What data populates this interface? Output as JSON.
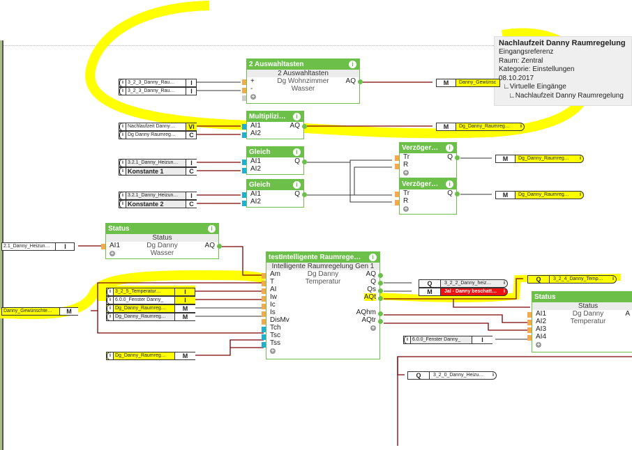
{
  "tooltip": {
    "title": "Nachlaufzeit Danny Raumregelung",
    "type": "Eingangsreferenz",
    "room": "Raum: Zentral",
    "category": "Kategorie: Einstellungen",
    "date": "08.10.2017",
    "path1": "∟Virtuelle Eingänge",
    "path2": "∟Nachlaufzeit Danny Raumregelung"
  },
  "blocks": {
    "auswahl": {
      "title": "2 Auswahltasten",
      "subtitle": "2 Auswahltasten",
      "inputs": [
        "+",
        "-"
      ],
      "desc1": "Dg Wohnzimmer",
      "desc2": "Wasser",
      "output": "AQ"
    },
    "multipl": {
      "title": "Multiplizi…",
      "inputs": [
        "AI1",
        "AI2"
      ],
      "output": "AQ"
    },
    "gleich1": {
      "title": "Gleich",
      "inputs": [
        "AI1",
        "AI2"
      ],
      "output": "Q"
    },
    "gleich2": {
      "title": "Gleich",
      "inputs": [
        "AI1",
        "AI2"
      ],
      "output": "Q"
    },
    "verz1": {
      "title": "Verzöger…",
      "inputs": [
        "Tr",
        "R"
      ],
      "output": "Q"
    },
    "verz2": {
      "title": "Verzöger…",
      "inputs": [
        "Tr",
        "R"
      ],
      "output": "Q"
    },
    "status1": {
      "title": "Status",
      "subtitle": "Status",
      "inputs": [
        "AI1"
      ],
      "desc1": "Dg Danny",
      "desc2": "Wasser",
      "output": "AQ"
    },
    "raum": {
      "title": "testIntelligente Raumrege…",
      "subtitle": "Intelligente Raumregelung Gen 1",
      "inputs": [
        "Am",
        "T",
        "AI",
        "Iw",
        "Ic",
        "Is",
        "DisMv",
        "Tch",
        "Tsc",
        "Tss"
      ],
      "desc1": "Dg Danny",
      "desc2": "Temperatur",
      "outputs": [
        "AQ",
        "Q",
        "Qs",
        "AQt",
        "",
        "AQhm",
        "AQtr"
      ]
    },
    "status2": {
      "title": "Status",
      "subtitle": "Status",
      "inputs": [
        "AI1",
        "AI2",
        "AI3",
        "AI4"
      ],
      "desc1": "Dg Danny",
      "desc2": "Temperatur",
      "output": "A"
    }
  },
  "inrefs": [
    {
      "id": "r1",
      "text": "3_2_3_Danny_Rau…",
      "type": "I"
    },
    {
      "id": "r2",
      "text": "3_2_3_Danny_Rau…",
      "type": "I"
    },
    {
      "id": "r3",
      "text": "Nachlaufzeit Danny…",
      "type": "VI"
    },
    {
      "id": "r4",
      "text": "Dg Danny Raumreg…",
      "type": "C"
    },
    {
      "id": "r5",
      "text": "3.2.1_Danny_Heizun…",
      "type": "I"
    },
    {
      "id": "r6",
      "text": "Konstante 1",
      "type": "C"
    },
    {
      "id": "r7",
      "text": "3.2.1_Danny_Heizun…",
      "type": "I"
    },
    {
      "id": "r8",
      "text": "Konstante 2",
      "type": "C"
    },
    {
      "id": "r9",
      "text": "2.1_Danny_Heizun…",
      "type": "I"
    },
    {
      "id": "r10",
      "text": "Danny_Gewünschte…",
      "type": "M"
    },
    {
      "id": "r11",
      "text": "3_2_5_Temperatur…",
      "type": "I"
    },
    {
      "id": "r12",
      "text": "6.0.0_Fenster Danny_",
      "type": "I"
    },
    {
      "id": "r13",
      "text": "Dg_Danny_Raumreg…",
      "type": "M"
    },
    {
      "id": "r14",
      "text": "Dg_Danny_Raumreg…",
      "type": "M"
    },
    {
      "id": "r15",
      "text": "Dg_Danny_Raumreg…",
      "type": "M"
    },
    {
      "id": "r16",
      "text": "6.0.0_Fenster Danny_",
      "type": "I"
    }
  ],
  "outrefs": [
    {
      "id": "o1",
      "type": "M",
      "text": "Danny_Gewünsc"
    },
    {
      "id": "o2",
      "type": "M",
      "text": "Dg_Danny_Raumreg…"
    },
    {
      "id": "o3",
      "type": "M",
      "text": "Dg_Danny_Raumreg…"
    },
    {
      "id": "o4",
      "type": "M",
      "text": "Dg_Danny_Raumreg…"
    },
    {
      "id": "o5",
      "type": "Q",
      "text": "3_2_2_Danny_heiz…"
    },
    {
      "id": "o6",
      "type": "M",
      "text": "Jal - Danny beschatt…"
    },
    {
      "id": "o7",
      "type": "Q",
      "text": "3_2_4_Danny_Temp…"
    },
    {
      "id": "o8",
      "type": "Q",
      "text": "3_2_0_Danny_Heizu…"
    }
  ],
  "colors": {
    "block_green": "#6cc04a",
    "wire_red": "#7a0000",
    "highlight": "#ffff00",
    "alarm_red": "#ee1111",
    "pin_orange": "#f4a94d",
    "pin_blue": "#1cb0d8"
  }
}
